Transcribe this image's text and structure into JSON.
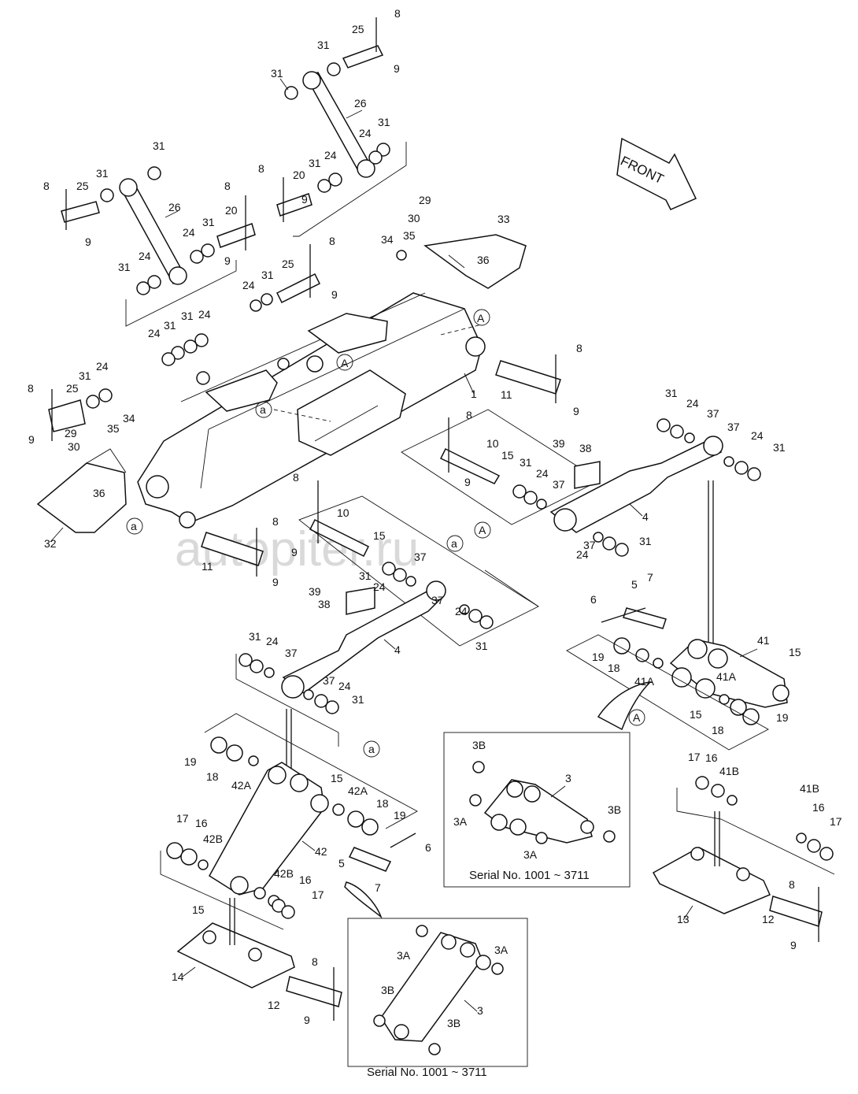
{
  "diagram": {
    "front_arrow_label": "FRONT",
    "watermark": "autopiter.ru",
    "inset_serial_1": "Serial No. 1001 ~ 3711",
    "inset_serial_2": "Serial No. 1001 ~ 3711",
    "callouts": {
      "c8a": "8",
      "c25a": "25",
      "c9a": "9",
      "c31a": "31",
      "c31b": "31",
      "c26a": "26",
      "c24a": "24",
      "c31c": "31",
      "c24b": "24",
      "c31d": "31",
      "c31e": "31",
      "c8b": "8",
      "c31f": "31",
      "c25b": "25",
      "c26b": "26",
      "c9b": "9",
      "c8c": "8",
      "c20a": "20",
      "c8d": "8",
      "c20b": "20",
      "c9c": "9",
      "c24c": "24",
      "c31g": "31",
      "c31h": "31",
      "c24d": "24",
      "c9d": "9",
      "c31i": "31",
      "c8e": "8",
      "c25c": "25",
      "c24e": "24",
      "c31j": "31",
      "c9e": "9",
      "c24f": "24",
      "c31k": "31",
      "c24g": "24",
      "c29a": "29",
      "c30a": "30",
      "c33": "33",
      "c34a": "34",
      "c35a": "35",
      "c36a": "36",
      "cA1": "A",
      "cA2": "A",
      "ca1": "a",
      "c8f": "8",
      "c31l": "31",
      "c24h": "24",
      "c25d": "25",
      "c29b": "29",
      "c30b": "30",
      "c35b": "35",
      "c34b": "34",
      "c36b": "36",
      "c9f": "9",
      "c32": "32",
      "ca2": "a",
      "c1": "1",
      "c8g": "8",
      "c11a": "11",
      "c9g": "9",
      "c8h": "8",
      "c10a": "10",
      "c15a": "15",
      "c9h": "9",
      "c31m": "31",
      "c24i": "24",
      "c37a": "37",
      "c39a": "39",
      "c38a": "38",
      "c37b": "37",
      "c24j": "24",
      "c31n": "31",
      "c4a": "4",
      "cA3": "A",
      "c37c": "37",
      "c24k": "24",
      "c31o": "31",
      "c8i": "8",
      "c10b": "10",
      "c9i": "9",
      "c8j": "8",
      "c11b": "11",
      "c9j": "9",
      "c15b": "15",
      "ca3": "a",
      "c31p": "31",
      "c24l": "24",
      "c37d": "37",
      "c39b": "39",
      "c38b": "38",
      "c4b": "4",
      "c37e": "37",
      "c24m": "24",
      "c31q": "31",
      "c31r": "31",
      "c24n": "24",
      "c37f": "37",
      "c37g": "37",
      "c24o": "24",
      "c31s": "31",
      "c6a": "6",
      "c5a": "5",
      "c7a": "7",
      "c41": "41",
      "c15c": "15",
      "c19a": "19",
      "c18a": "18",
      "c41Aa": "41A",
      "c41Ab": "41A",
      "c15d": "15",
      "c18b": "18",
      "c19b": "19",
      "cA4": "A",
      "c17a": "17",
      "c16a": "16",
      "c41Ba": "41B",
      "c41Bb": "41B",
      "c16b": "16",
      "c17b": "17",
      "c8k": "8",
      "c13": "13",
      "c12a": "12",
      "c9k": "9",
      "c3Ba": "3B",
      "c3a": "3",
      "c3Aa": "3A",
      "c3Ab": "3A",
      "c3Bb": "3B",
      "c19c": "19",
      "c18c": "18",
      "c42Aa": "42A",
      "c15e": "15",
      "c42Ab": "42A",
      "c18d": "18",
      "c19d": "19",
      "ca4": "a",
      "c17c": "17",
      "c16c": "16",
      "c42Ba": "42B",
      "c42": "42",
      "c5b": "5",
      "c6b": "6",
      "c7b": "7",
      "c15f": "15",
      "c42Bb": "42B",
      "c16d": "16",
      "c17d": "17",
      "c8l": "8",
      "c14": "14",
      "c12b": "12",
      "c9l": "9",
      "c3Ac": "3A",
      "c3Ad": "3A",
      "c3Bc": "3B",
      "c3b": "3",
      "c3Bd": "3B"
    }
  }
}
